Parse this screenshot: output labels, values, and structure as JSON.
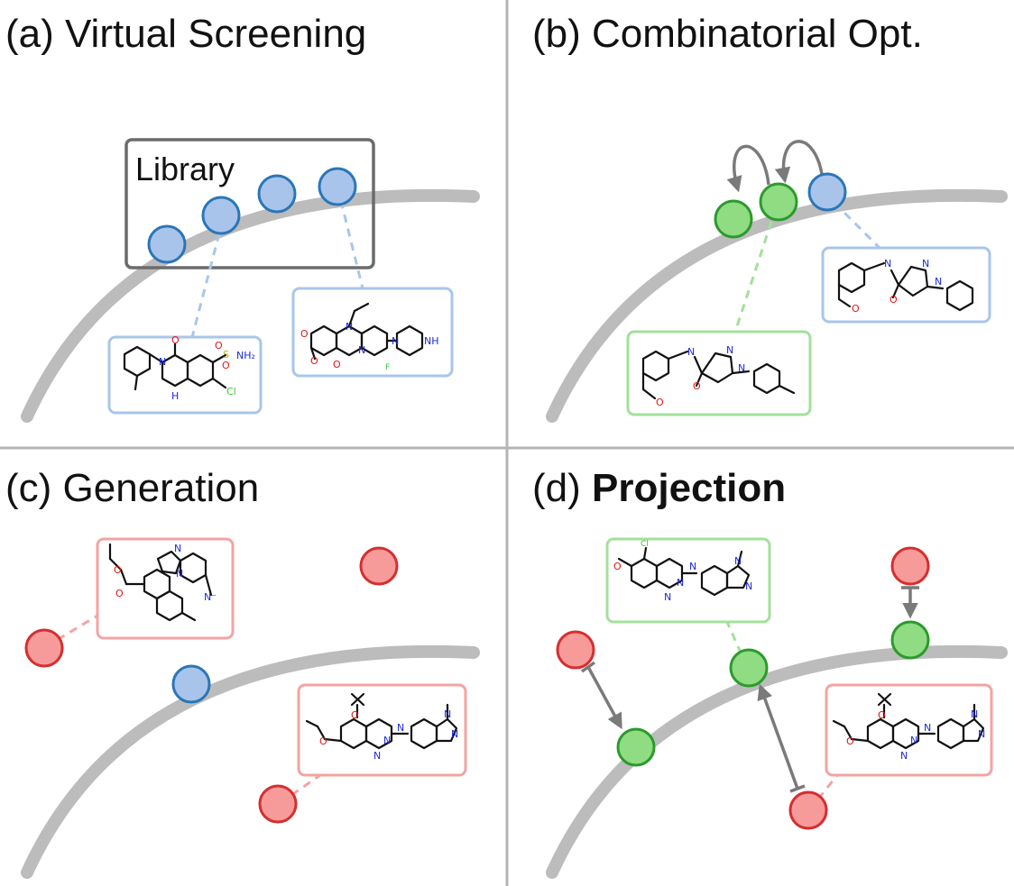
{
  "panels": {
    "a": {
      "title": "(a) Virtual Screening",
      "library_label": "Library"
    },
    "b": {
      "title": "(b) Combinatorial Opt."
    },
    "c": {
      "title": "(c) Generation"
    },
    "d": {
      "title_prefix": "(d) ",
      "title_bold": "Projection"
    }
  },
  "colors": {
    "manifold": "#bcbcbc",
    "divider": "#b5b5b5",
    "blue_fill": "#a9c4ea",
    "blue_stroke": "#2a76b8",
    "blue_box": "#a8c6ea",
    "green_fill": "#8fdc82",
    "green_stroke": "#2c9a2c",
    "green_box": "#a3e09b",
    "red_fill": "#f79a9a",
    "red_stroke": "#d42f2f",
    "red_box": "#f4a3a3",
    "library_box": "#6b6b6b",
    "arrow": "#7a7a7a"
  },
  "icons": {
    "library_molecule": "molecule-structure-icon",
    "candidate": "circle-node-icon",
    "move": "curved-arrow-icon",
    "projection": "projection-arrow-icon"
  }
}
